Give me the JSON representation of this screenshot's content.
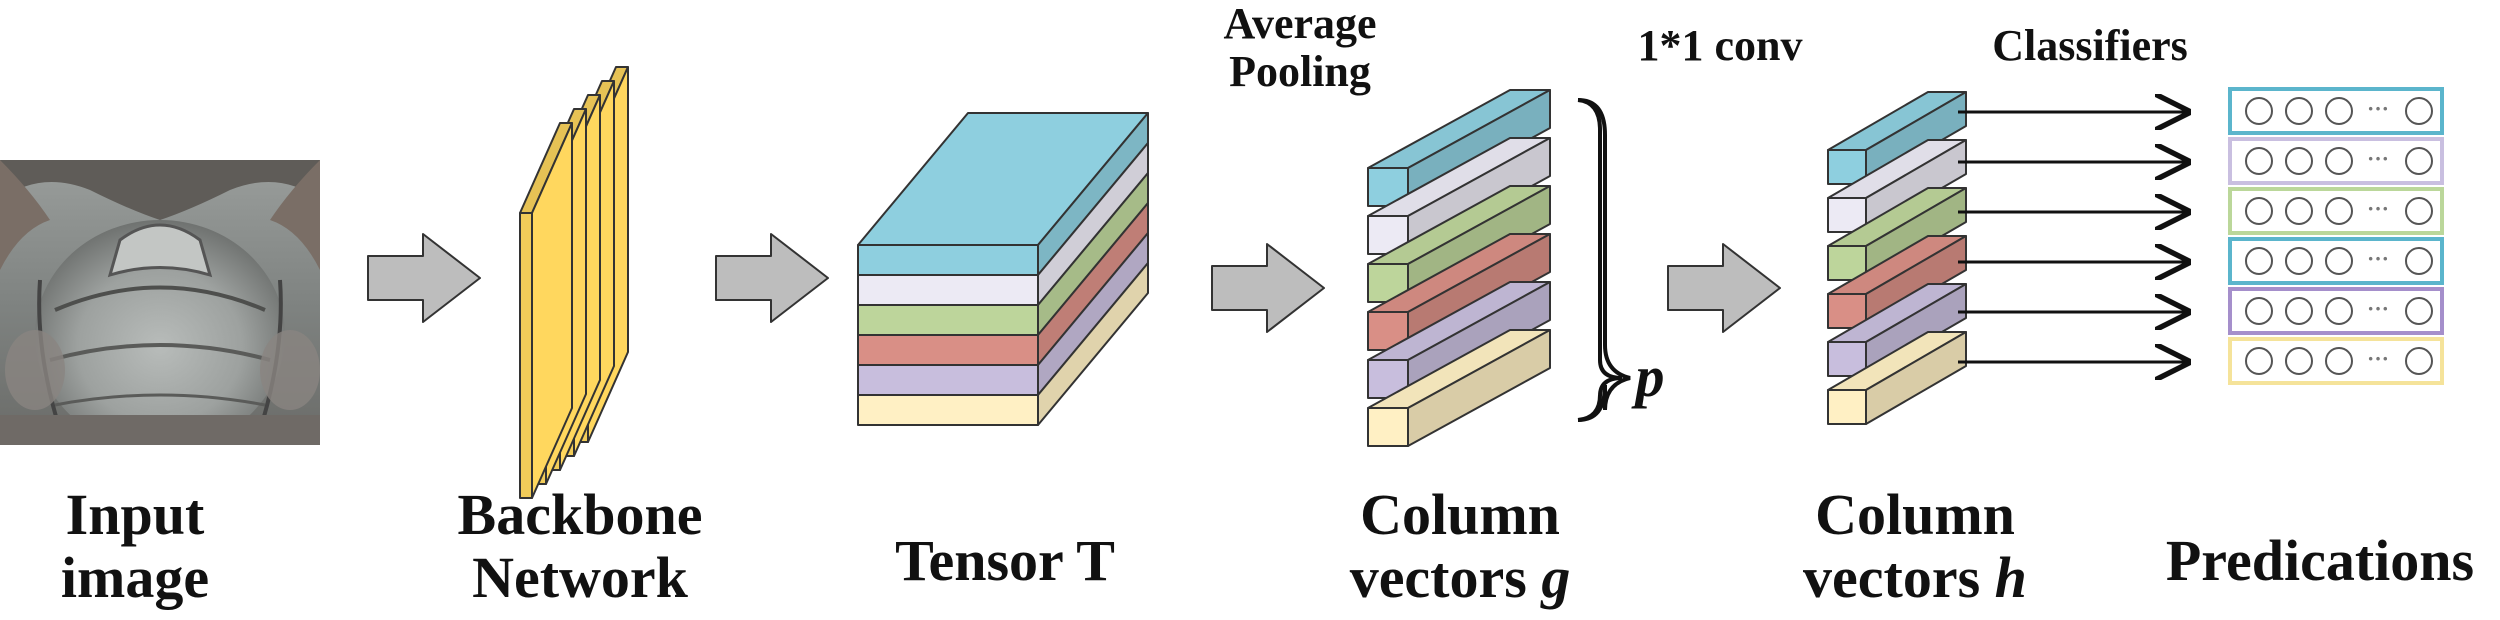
{
  "labels": {
    "input_line1": "Input",
    "input_line2": "image",
    "backbone_line1": "Backbone",
    "backbone_line2": "Network",
    "tensor": "Tensor T",
    "colg_line1": "Column",
    "colg_line2_text": "vectors ",
    "colg_line2_var": "g",
    "colh_line1": "Column",
    "colh_line2_text": "vectors ",
    "colh_line2_var": "h",
    "predications": "Predications",
    "avgpool_line1": "Average",
    "avgpool_line2": "Pooling",
    "conv": "1*1 conv",
    "classifiers": "Classifiers",
    "p": "p"
  },
  "parts": {
    "stripe_colors": [
      "#8ECFDF",
      "#ECEAF4",
      "#BDD59B",
      "#D98F86",
      "#C8BEDD",
      "#FFF0C4"
    ],
    "stripe_count": 6,
    "backbone_color": "#FFD75E",
    "backbone_layers": 5,
    "arrow_color": "#BDBDBD",
    "predication_rows": 6,
    "predication_cell_text": "···"
  }
}
